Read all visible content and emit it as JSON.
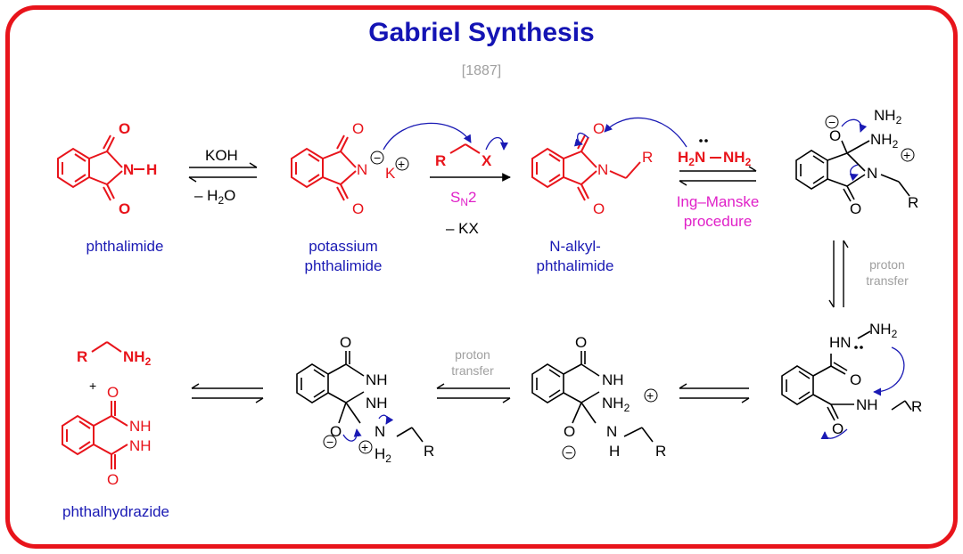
{
  "title": "Gabriel Synthesis",
  "year": "[1887]",
  "labels": {
    "phthalimide": "phthalimide",
    "potassium_1": "potassium",
    "potassium_2": "phthalimide",
    "nalkyl_1": "N-alkyl-",
    "nalkyl_2": "phthalimide",
    "ingmanske_1": "Ing–Manske",
    "ingmanske_2": "procedure",
    "proton_transfer_1": "proton",
    "proton_transfer_2": "transfer",
    "phthalhydrazide": "phthalhydrazide"
  },
  "conditions": {
    "koh": "KOH",
    "minus_h2o": "– H2O",
    "sn2": "SN2",
    "minus_kx": "– KX"
  },
  "atoms": {
    "O": "O",
    "N": "N",
    "H": "H",
    "K": "K",
    "R": "R",
    "X": "X",
    "NH": "NH",
    "HN": "HN",
    "NH2": "NH2",
    "H2N": "H2N",
    "H2": "H2",
    "plus": "+",
    "minus": "−",
    "add": "+"
  },
  "colors": {
    "red": "#e8141b",
    "blue": "#1a1ab4",
    "magenta": "#e020c8",
    "grey": "#a0a0a0",
    "black": "#000000"
  }
}
